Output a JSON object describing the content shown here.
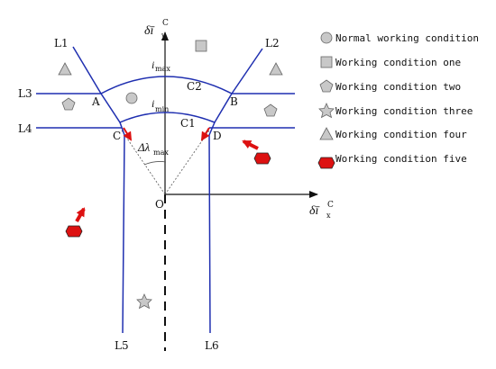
{
  "diagram": {
    "axes": {
      "y_label": "δī",
      "y_sub": "y",
      "y_sup": "C",
      "x_label": "δī",
      "x_sub": "x",
      "x_sup": "C",
      "origin": "O"
    },
    "line_labels": {
      "l1": "L1",
      "l2": "L2",
      "l3": "L3",
      "l4": "L4",
      "l5": "L5",
      "l6": "L6"
    },
    "point_labels": {
      "a": "A",
      "b": "B",
      "c": "C",
      "d": "D",
      "c1": "C1",
      "c2": "C2"
    },
    "arc_labels": {
      "imax_i": "i",
      "imax_sub": "max",
      "imin_i": "i",
      "imin_sub": "min"
    },
    "angle_label": {
      "main": "Δλ",
      "sub": "max"
    },
    "colors": {
      "boundary": "#1f2fb0",
      "arrow": "#dd1111",
      "marker_gray": "#c8c8c8",
      "marker_red": "#dd1111",
      "axis": "#111111"
    }
  },
  "legend": [
    {
      "shape": "circle-icon",
      "label": "Normal working condition",
      "color": "#c8c8c8"
    },
    {
      "shape": "square-icon",
      "label": "Working condition one",
      "color": "#c8c8c8"
    },
    {
      "shape": "pentagon-icon",
      "label": "Working condition two",
      "color": "#c8c8c8"
    },
    {
      "shape": "star-icon",
      "label": "Working condition three",
      "color": "#c8c8c8"
    },
    {
      "shape": "triangle-icon",
      "label": "Working condition four",
      "color": "#c8c8c8"
    },
    {
      "shape": "hexagon-icon",
      "label": "Working condition five",
      "color": "#dd1111"
    }
  ]
}
